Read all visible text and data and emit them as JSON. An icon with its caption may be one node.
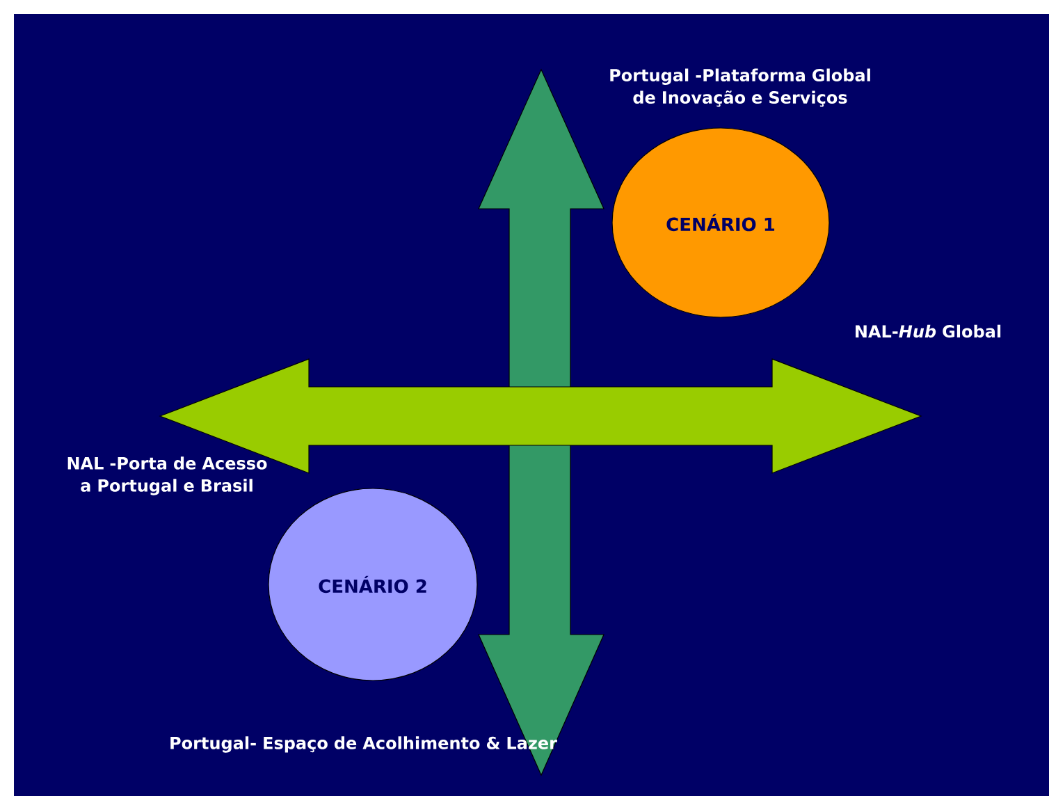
{
  "diagram": {
    "nodes": [
      {
        "text": [
          "CENÁRIO 1"
        ]
      },
      {
        "text": [
          "CENÁRIO 2"
        ]
      }
    ],
    "labels": [
      "Portugal -Plataforma Global de Inovação e Serviços",
      "NAL-*Hub* Global",
      "NAL -Porta de Acesso a Portugal e Brasil",
      "Portugal- Espaço de Acolhimento & Lazer"
    ]
  }
}
